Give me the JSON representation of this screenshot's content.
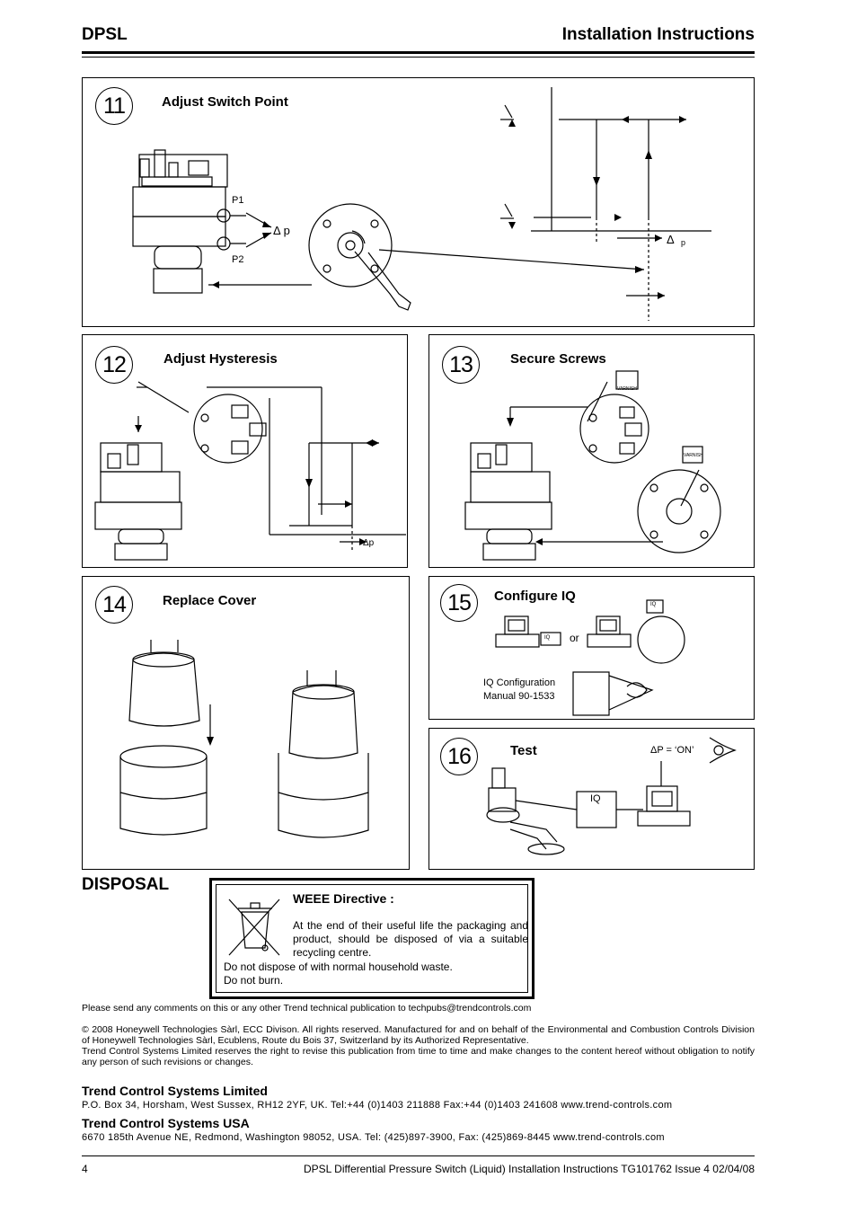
{
  "header": {
    "left": "DPSL",
    "right": "Installation Instructions"
  },
  "steps": [
    {
      "num": "11",
      "title": "Adjust Switch Point",
      "labels": {
        "p1": "P1",
        "p2": "P2",
        "dp": "Δ p",
        "dp_graph": "Δ",
        "dp_graph_sub": "p"
      }
    },
    {
      "num": "12",
      "title": "Adjust Hysteresis",
      "labels": {
        "dp": "Δp"
      }
    },
    {
      "num": "13",
      "title": "Secure Screws",
      "labels": {
        "varnish": "VARNISH"
      }
    },
    {
      "num": "14",
      "title": "Replace Cover"
    },
    {
      "num": "15",
      "title": "Configure IQ",
      "labels": {
        "iq": "IQ",
        "or": "or",
        "manual_line1": "IQ Configuration",
        "manual_line2": "Manual 90-1533"
      }
    },
    {
      "num": "16",
      "title": "Test",
      "labels": {
        "dp_on": "ΔP = ‘ON’",
        "iq": "IQ"
      }
    }
  ],
  "disposal": {
    "heading": "DISPOSAL",
    "weee_title": "WEEE Directive :",
    "weee_body": "At the end of their useful life the packaging and product, should be disposed of via a suitable recycling centre.",
    "line1": "Do not dispose of with normal household waste.",
    "line2": "Do not burn."
  },
  "footer": {
    "comments": "Please send any comments on this or any other Trend technical publication to techpubs@trendcontrols.com",
    "copyright": "© 2008 Honeywell Technologies Sàrl, ECC Divison. All rights reserved. Manufactured for and on behalf of the Environmental and Combustion Controls Division of Honeywell Technologies Sàrl, Ecublens, Route du Bois 37, Switzerland by its Authorized Representative.",
    "reserves": "Trend Control Systems Limited reserves the right to revise this publication from time to time and make changes to the content hereof without obligation to notify any person of such revisions or changes.",
    "uk_name": "Trend Control Systems Limited",
    "uk_addr": "P.O. Box 34, Horsham, West Sussex, RH12 2YF, UK. Tel:+44 (0)1403 211888 Fax:+44 (0)1403 241608 www.trend-controls.com",
    "us_name": "Trend Control Systems USA",
    "us_addr": "6670 185th Avenue NE, Redmond, Washington 98052, USA. Tel: (425)897-3900, Fax: (425)869-8445 www.trend-controls.com",
    "page": "4",
    "doc": "DPSL Differential Pressure Switch (Liquid) Installation Instructions TG101762 Issue 4 02/04/08"
  }
}
